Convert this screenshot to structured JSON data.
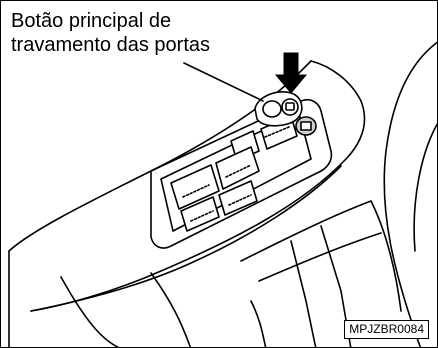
{
  "callout": {
    "line1": "Botão principal de",
    "line2": "travamento das portas"
  },
  "reference_code": "MPJZBR0084",
  "icons": [
    "door-lock-button-icon",
    "press-arrow-icon",
    "window-switch-icon"
  ],
  "colors": {
    "ink": "#000000",
    "paper": "#ffffff",
    "shading": "#cfcfcf"
  }
}
